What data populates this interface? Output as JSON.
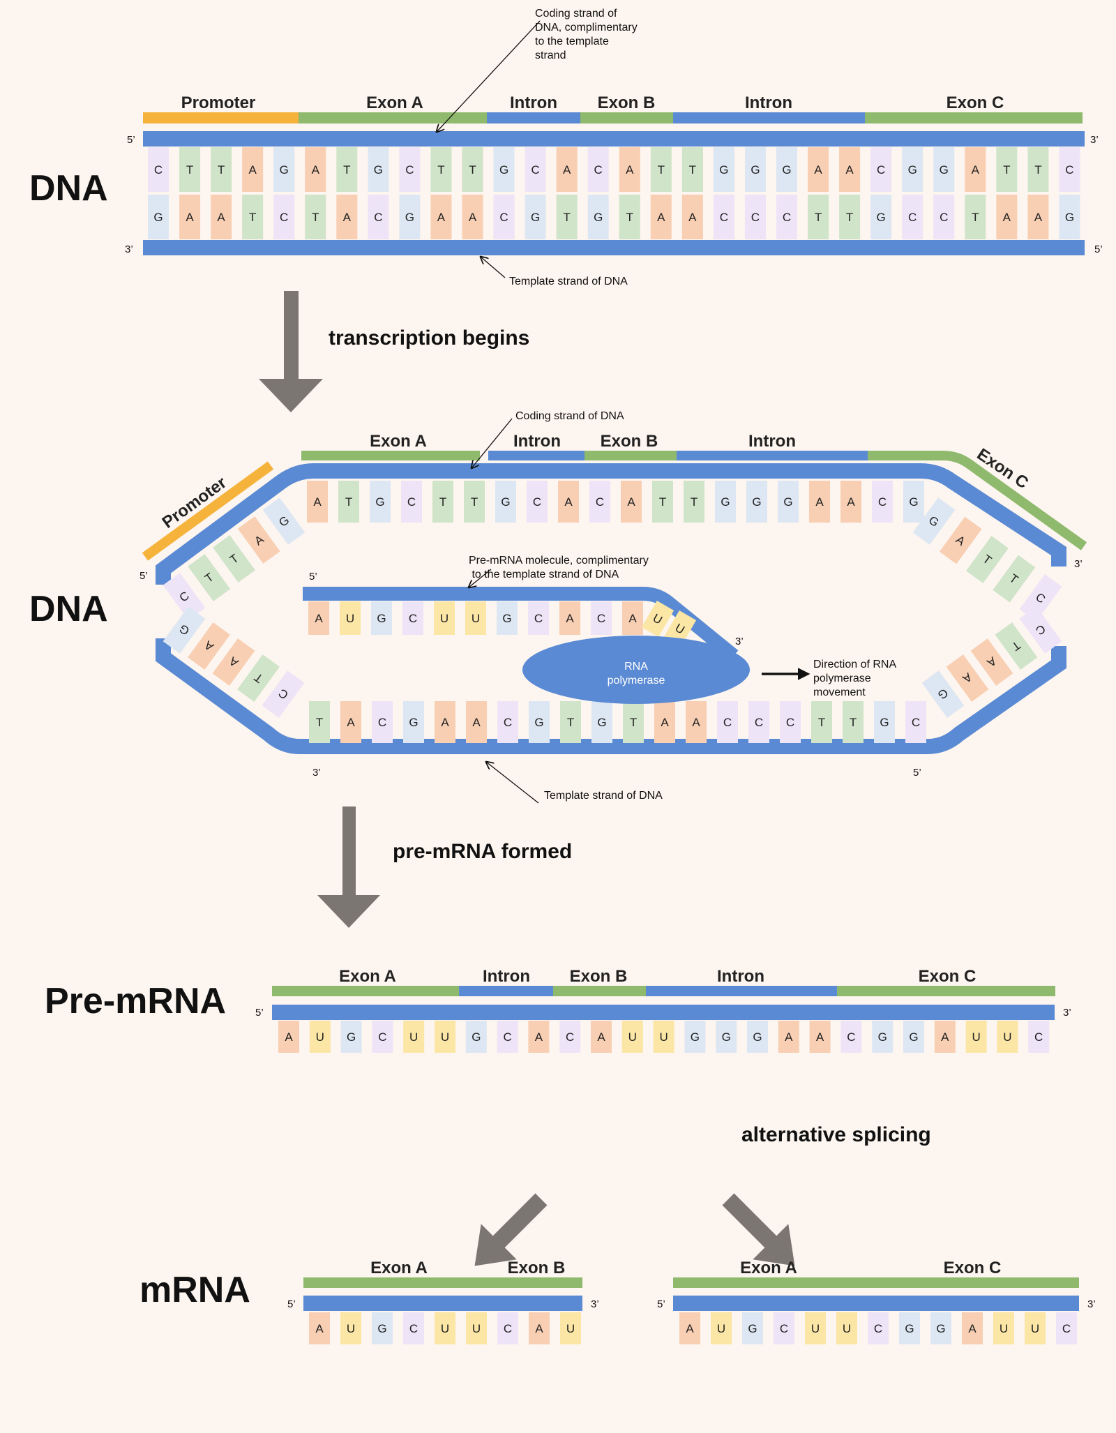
{
  "colors": {
    "background": "#fdf5ef",
    "backbone": "#5a8ad3",
    "exon": "#8fba6e",
    "intron": "#5a8ad3",
    "promoter": "#f5b33c",
    "arrow": "#7b7671",
    "base_A": "#f8cfb3",
    "base_T": "#cfe4c8",
    "base_G": "#dde7f3",
    "base_C": "#eee4f8",
    "base_U": "#fbe6a5",
    "text": "#111111"
  },
  "icons": {
    "step_arrow": "down-arrow-icon",
    "split_arrow": "diagonal-arrow-icon",
    "direction_arrow": "right-arrow-icon"
  },
  "stage1": {
    "label": "DNA",
    "segments": [
      "Promoter",
      "Exon A",
      "Intron",
      "Exon B",
      "Intron",
      "Exon C"
    ],
    "top_strand": "CTTAGATGCTTGCACATTGGGAACGGATTC",
    "bottom_strand": "GAATCTACGAACGTGTAACCCTTGCCTAAG",
    "top_left_end": "5’",
    "top_right_end": "3’",
    "bottom_left_end": "3’",
    "bottom_right_end": "5’",
    "coding_note": "Coding strand of DNA, complimentary to the template strand",
    "template_note": "Template strand of DNA"
  },
  "step1": {
    "label": "transcription begins"
  },
  "stage2": {
    "label": "DNA",
    "segments": [
      "Promoter",
      "Exon A",
      "Intron",
      "Exon B",
      "Intron",
      "Exon C"
    ],
    "coding_left_bases": "CTTAG",
    "coding_middle_bases": "ATGCTTGCACATTGGGAACG",
    "coding_right_bases": "GATTC",
    "template_left_bases": "GAATC",
    "template_middle_bases": "TACGAACGTGTAACCCTTGC",
    "template_right_bases": "CTAAG",
    "premrna_bases": "AUGCUUGCACA",
    "premrna_tail_bases": "UU",
    "coding_note": "Coding strand of DNA",
    "template_note": "Template strand of DNA",
    "premrna_note": "Pre-mRNA molecule, complimentary to the template strand of DNA",
    "polymerase_label": "RNA polymerase",
    "direction_note": "Direction of RNA polymerase movement",
    "end_labels": {
      "coding_left": "5’",
      "coding_right": "3’",
      "premrna_start": "5’",
      "premrna_end": "3’",
      "template_left": "3’",
      "template_right": "5’"
    }
  },
  "step2": {
    "label": "pre-mRNA formed"
  },
  "stage3": {
    "label": "Pre-mRNA",
    "segments": [
      "Exon A",
      "Intron",
      "Exon B",
      "Intron",
      "Exon C"
    ],
    "bases": "AUGCUUGCACAUUGGGAACGGAUUC",
    "left_end": "5’",
    "right_end": "3’"
  },
  "step3": {
    "label": "alternative splicing"
  },
  "stage4": {
    "label": "mRNA",
    "variant_1": {
      "segments": [
        "Exon A",
        "Exon B"
      ],
      "bases": "AUGCUUCAU",
      "left_end": "5’",
      "right_end": "3’"
    },
    "variant_2": {
      "segments": [
        "Exon A",
        "Exon C"
      ],
      "bases": "AUGCUUCGGAUUC",
      "left_end": "5’",
      "right_end": "3’"
    }
  }
}
